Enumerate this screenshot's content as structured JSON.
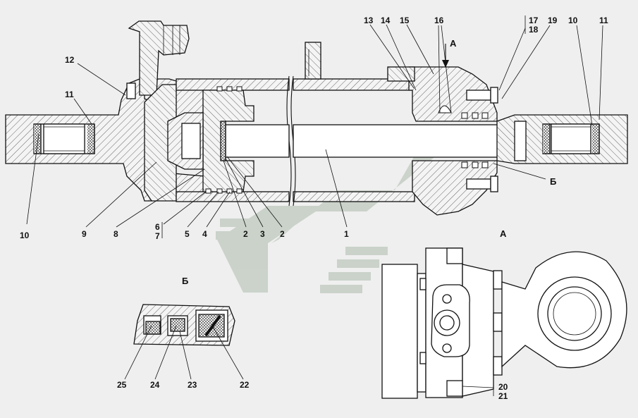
{
  "colors": {
    "background": "#efefef",
    "hatch": "#666666",
    "stroke": "#111111",
    "watermark": "#c6cfc6"
  },
  "view_labels": {
    "section_a": "А",
    "section_b": "Б",
    "arrow_a": "А",
    "callout_b": "Б"
  },
  "callouts": [
    {
      "id": "c-12",
      "text": "12"
    },
    {
      "id": "c-11-left",
      "text": "11"
    },
    {
      "id": "c-10-left",
      "text": "10"
    },
    {
      "id": "c-9",
      "text": "9"
    },
    {
      "id": "c-8",
      "text": "8"
    },
    {
      "id": "c-6",
      "text": "6"
    },
    {
      "id": "c-7",
      "text": "7"
    },
    {
      "id": "c-5",
      "text": "5"
    },
    {
      "id": "c-4",
      "text": "4"
    },
    {
      "id": "c-2a",
      "text": "2"
    },
    {
      "id": "c-3",
      "text": "3"
    },
    {
      "id": "c-2b",
      "text": "2"
    },
    {
      "id": "c-1",
      "text": "1"
    },
    {
      "id": "c-13",
      "text": "13"
    },
    {
      "id": "c-14",
      "text": "14"
    },
    {
      "id": "c-15",
      "text": "15"
    },
    {
      "id": "c-16",
      "text": "16"
    },
    {
      "id": "c-17",
      "text": "17"
    },
    {
      "id": "c-18",
      "text": "18"
    },
    {
      "id": "c-19",
      "text": "19"
    },
    {
      "id": "c-10-right",
      "text": "10"
    },
    {
      "id": "c-11-right",
      "text": "11"
    },
    {
      "id": "c-25",
      "text": "25"
    },
    {
      "id": "c-24",
      "text": "24"
    },
    {
      "id": "c-23",
      "text": "23"
    },
    {
      "id": "c-22",
      "text": "22"
    },
    {
      "id": "c-20",
      "text": "20"
    },
    {
      "id": "c-21",
      "text": "21"
    }
  ]
}
